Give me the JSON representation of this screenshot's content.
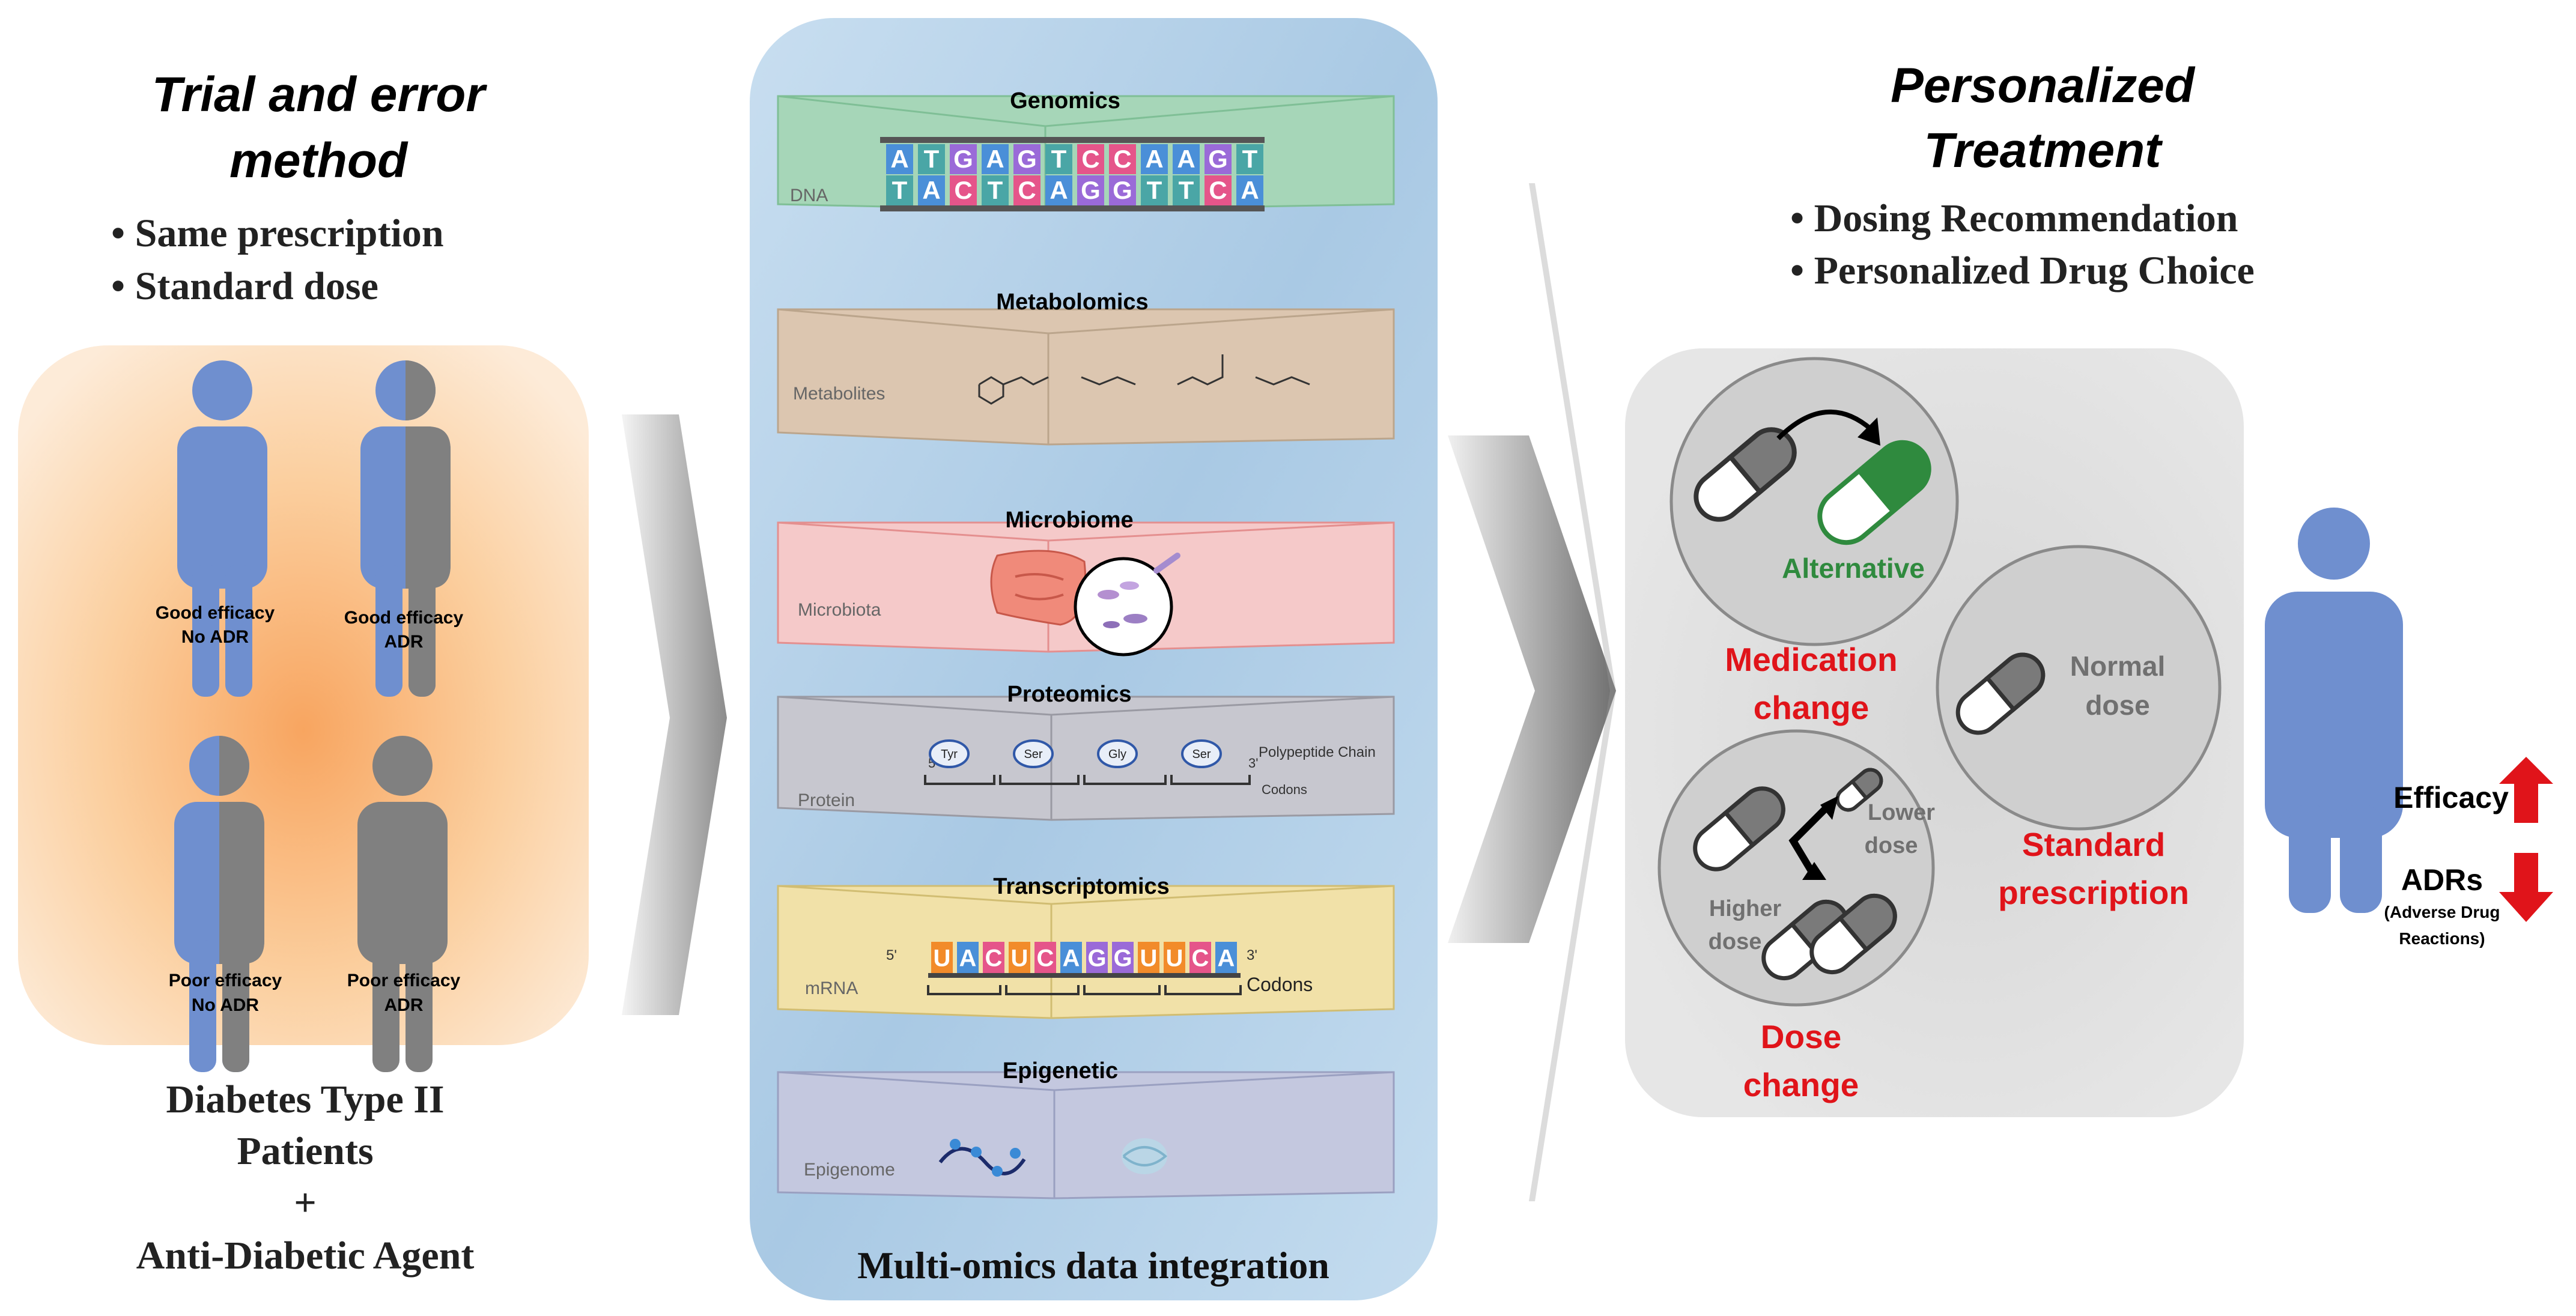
{
  "left_panel": {
    "title_line1": "Trial and error",
    "title_line2": "method",
    "bullets": [
      "Same prescription",
      "Standard dose"
    ],
    "patients": [
      {
        "line1": "Good efficacy",
        "line2": "No ADR"
      },
      {
        "line1": "Good efficacy",
        "line2": "ADR"
      },
      {
        "line1": "Poor efficacy",
        "line2": "No ADR"
      },
      {
        "line1": "Poor efficacy",
        "line2": "ADR"
      }
    ],
    "caption_line1": "Diabetes Type II",
    "caption_line2": "Patients",
    "caption_line3": "+",
    "caption_line4": "Anti-Diabetic Agent"
  },
  "center_panel": {
    "caption": "Multi-omics data integration",
    "layers": [
      {
        "title": "Genomics",
        "label": "DNA"
      },
      {
        "title": "Metabolomics",
        "label": "Metabolites"
      },
      {
        "title": "Microbiome",
        "label": "Microbiota"
      },
      {
        "title": "Proteomics",
        "label": "Protein"
      },
      {
        "title": "Transcriptomics",
        "label": "mRNA"
      },
      {
        "title": "Epigenetic",
        "label": "Epigenome"
      }
    ],
    "dna_top": [
      "A",
      "T",
      "G",
      "A",
      "G",
      "T",
      "C",
      "C",
      "A",
      "A",
      "G",
      "T"
    ],
    "dna_bottom": [
      "T",
      "A",
      "C",
      "T",
      "C",
      "A",
      "G",
      "G",
      "T",
      "T",
      "C",
      "A"
    ],
    "protein_residues": [
      "Tyr",
      "Ser",
      "Gly",
      "Ser"
    ],
    "protein_chain_label": "Polypeptide Chain",
    "protein_codons_label": "Codons",
    "protein_end5": "5'",
    "protein_end3": "3'",
    "mrna_bases": [
      "U",
      "A",
      "C",
      "U",
      "C",
      "A",
      "G",
      "G",
      "U",
      "U",
      "C",
      "A"
    ],
    "mrna_end5": "5'",
    "mrna_end3": "3'",
    "mrna_codons_label": "Codons"
  },
  "right_panel": {
    "title_line1": "Personalized",
    "title_line2": "Treatment",
    "bullets": [
      "Dosing Recommendation",
      "Personalized Drug Choice"
    ],
    "alternative_label": "Alternative",
    "medication_change_line1": "Medication",
    "medication_change_line2": "change",
    "normal_dose_line1": "Normal",
    "normal_dose_line2": "dose",
    "standard_prescription_line1": "Standard",
    "standard_prescription_line2": "prescription",
    "lower_dose_line1": "Lower",
    "lower_dose_line2": "dose",
    "higher_dose_line1": "Higher",
    "higher_dose_line2": "dose",
    "dose_change_line1": "Dose",
    "dose_change_line2": "change"
  },
  "outcome": {
    "efficacy_label": "Efficacy",
    "adrs_label": "ADRs",
    "adrs_note_line1": "(Adverse Drug",
    "adrs_note_line2": "Reactions)"
  },
  "colors": {
    "person_blue": "#6f8fcf",
    "person_gray": "#808080",
    "pill_green": "#2f8a3e",
    "accent_red": "#e0141a",
    "orange_glow": "#f9b57a",
    "omics_panel": "#b8d4ea"
  }
}
